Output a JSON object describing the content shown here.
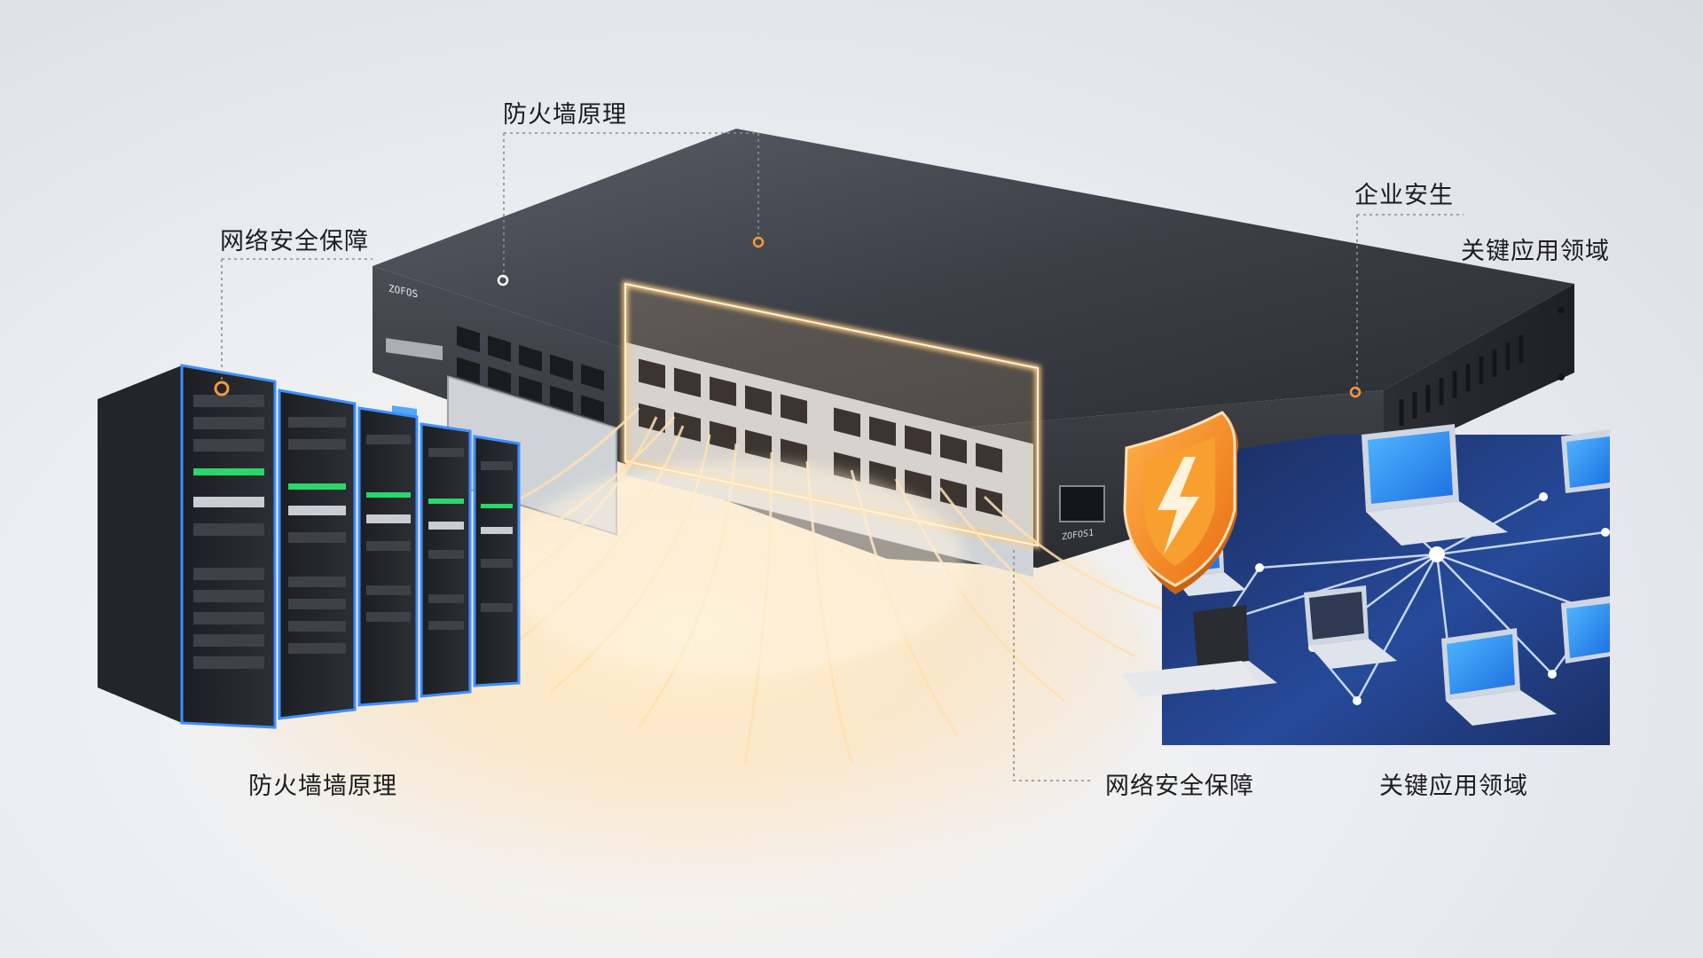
{
  "labels": {
    "firewall_principle": "防火墙原理",
    "network_security_left": "网络安全保障",
    "enterprise_security": "企业安生",
    "key_fields_top": "关键应用领域",
    "firewall_wall_principle": "防火墙墙原理",
    "network_security_bottom": "网络安全保障",
    "key_fields_bottom": "关键应用领域"
  },
  "device": {
    "brand_text": "ZOFOS",
    "port_label": "ZOFOS1"
  },
  "colors": {
    "accent_orange": "#f39a3a",
    "glow": "#ffd9a0",
    "device_body": "#3a3d44",
    "network_panel": "#1f3a78",
    "server_led_blue": "#2f8cff"
  },
  "icons": [
    "shield-lightning-icon",
    "laptop-icon",
    "server-rack-icon",
    "network-switch-icon"
  ]
}
